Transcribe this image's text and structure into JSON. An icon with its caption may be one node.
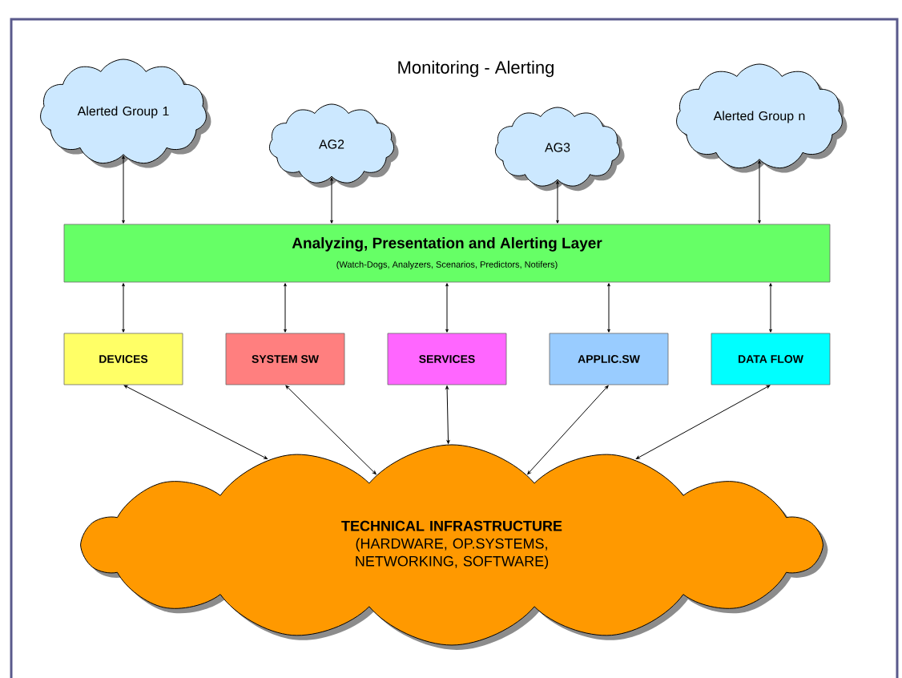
{
  "diagram": {
    "title": "Monitoring - Alerting",
    "nodes": [
      {
        "text": [
          "Alerted Group 1"
        ]
      },
      {
        "text": [
          "AG2"
        ]
      },
      {
        "text": [
          "AG3"
        ]
      },
      {
        "text": [
          "Alerted Group n"
        ]
      },
      {
        "text": [
          "Analyzing, Presentation and Alerting Layer",
          "(Watch-Dogs, Analyzers, Scenarios, Predictors, Notifers)"
        ]
      },
      {
        "text": [
          "DEVICES"
        ]
      },
      {
        "text": [
          "SYSTEM SW"
        ]
      },
      {
        "text": [
          "SERVICES"
        ]
      },
      {
        "text": [
          "APPLIC.SW"
        ]
      },
      {
        "text": [
          "DATA FLOW"
        ]
      },
      {
        "text": [
          "TECHNICAL INFRASTRUCTURE",
          "(HARDWARE, OP.SYSTEMS, NETWORKING, SOFTWARE)"
        ]
      }
    ],
    "edges": [
      {
        "from": 0,
        "to": 4,
        "arrow": "both"
      },
      {
        "from": 1,
        "to": 4,
        "arrow": "both"
      },
      {
        "from": 2,
        "to": 4,
        "arrow": "both"
      },
      {
        "from": 3,
        "to": 4,
        "arrow": "both"
      },
      {
        "from": 4,
        "to": 5,
        "arrow": "both"
      },
      {
        "from": 4,
        "to": 6,
        "arrow": "both"
      },
      {
        "from": 4,
        "to": 7,
        "arrow": "both"
      },
      {
        "from": 4,
        "to": 8,
        "arrow": "both"
      },
      {
        "from": 4,
        "to": 9,
        "arrow": "both"
      },
      {
        "from": 5,
        "to": 10,
        "arrow": "both"
      },
      {
        "from": 6,
        "to": 10,
        "arrow": "both"
      },
      {
        "from": 7,
        "to": 10,
        "arrow": "both"
      },
      {
        "from": 8,
        "to": 10,
        "arrow": "both"
      },
      {
        "from": 9,
        "to": 10,
        "arrow": "both"
      }
    ]
  }
}
